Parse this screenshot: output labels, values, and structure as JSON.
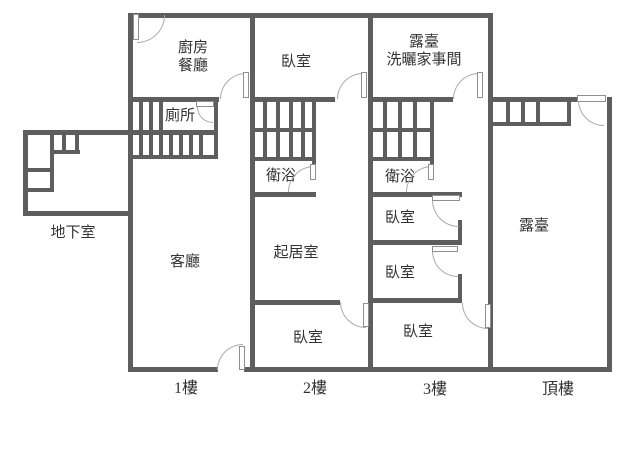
{
  "plan": {
    "rooms": {
      "kitchen_dining_line1": "廚房",
      "kitchen_dining_line2": "餐廳",
      "toilet": "廁所",
      "bedroom_f2_top": "臥室",
      "laundry_terrace_line1": "露臺",
      "laundry_terrace_line2": "洗曬家事間",
      "bath_f2": "衛浴",
      "bath_f3": "衛浴",
      "living_room": "客廳",
      "sitting_room": "起居室",
      "bedroom_f2_bottom": "臥室",
      "bedroom_f3_mid_a": "臥室",
      "bedroom_f3_mid_b": "臥室",
      "bedroom_f3_bottom": "臥室",
      "roof_terrace": "露臺",
      "basement": "地下室"
    },
    "floor_labels": {
      "f1": "1樓",
      "f2": "2樓",
      "f3": "3樓",
      "roof": "頂樓"
    }
  },
  "colors": {
    "wall": "#5e5e5e",
    "text": "#333333",
    "door_arc": "#aaaaaa",
    "door_panel_border": "#8f8f8f",
    "background": "#ffffff"
  }
}
